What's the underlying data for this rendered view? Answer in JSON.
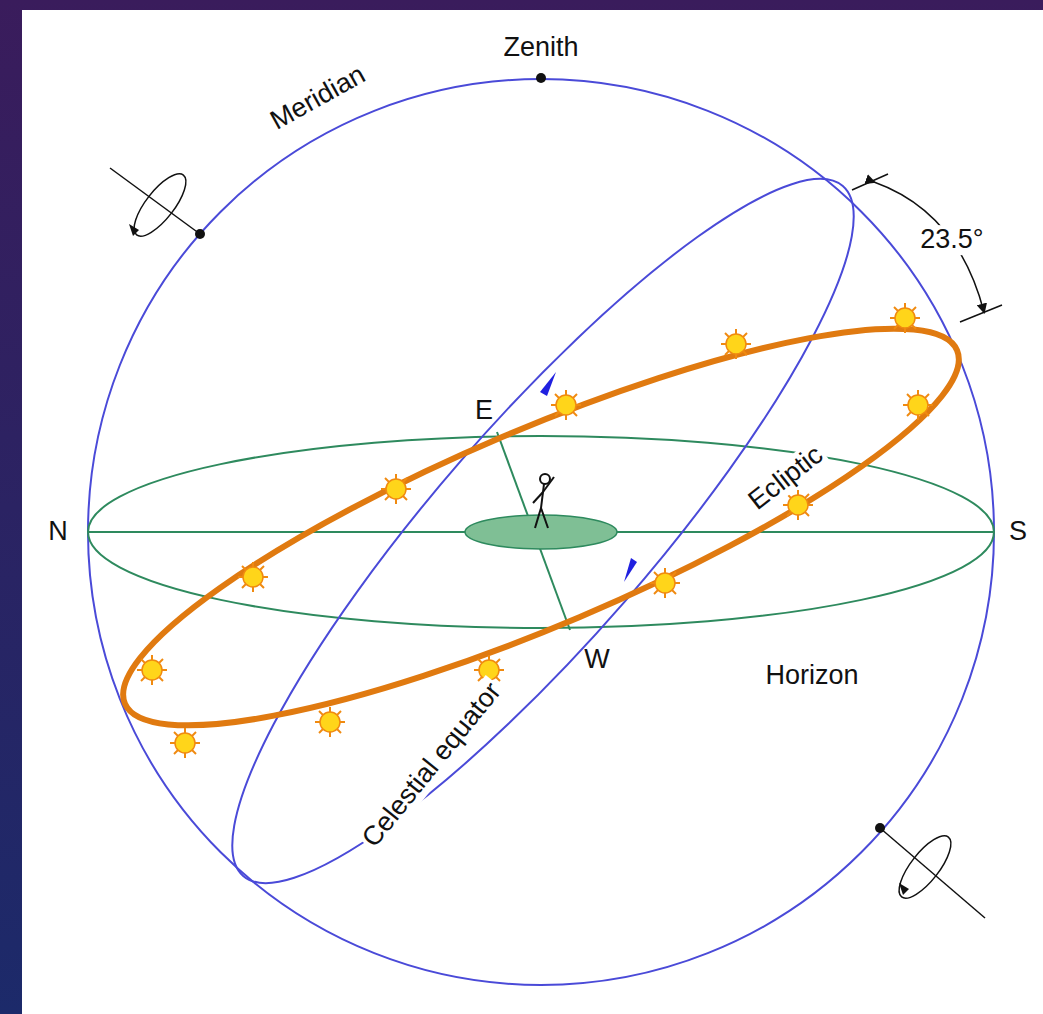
{
  "diagram": {
    "labels": [
      "Zenith",
      "Meridian",
      "23.5°",
      "E",
      "N",
      "S",
      "W",
      "Ecliptic",
      "Horizon",
      "Celestial equator"
    ]
  }
}
